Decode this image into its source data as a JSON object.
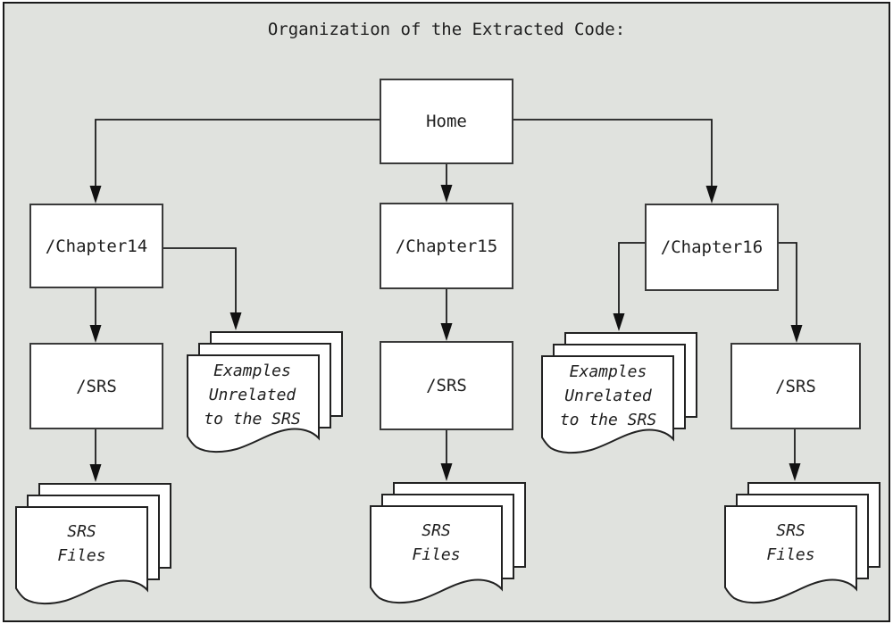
{
  "title": "Organization of the Extracted Code:",
  "tree": {
    "root": {
      "label": "Home"
    },
    "columns": [
      {
        "chapter": {
          "label": "/Chapter14"
        },
        "srs": {
          "label": "/SRS"
        },
        "srs_files": {
          "label": "SRS\nFiles"
        },
        "examples": {
          "label": "Examples\nUnrelated\nto the SRS"
        }
      },
      {
        "chapter": {
          "label": "/Chapter15"
        },
        "srs": {
          "label": "/SRS"
        },
        "srs_files": {
          "label": "SRS\nFiles"
        }
      },
      {
        "chapter": {
          "label": "/Chapter16"
        },
        "examples": {
          "label": "Examples\nUnrelated\nto the SRS"
        },
        "srs": {
          "label": "/SRS"
        },
        "srs_files": {
          "label": "SRS\nFiles"
        }
      }
    ]
  },
  "colors": {
    "background": "#e0e2de",
    "frame_border": "#1a1a1a",
    "box_fill": "#ffffff",
    "box_border": "#3a3a3a",
    "line": "#1c1c1c",
    "text": "#1e1e1e"
  }
}
